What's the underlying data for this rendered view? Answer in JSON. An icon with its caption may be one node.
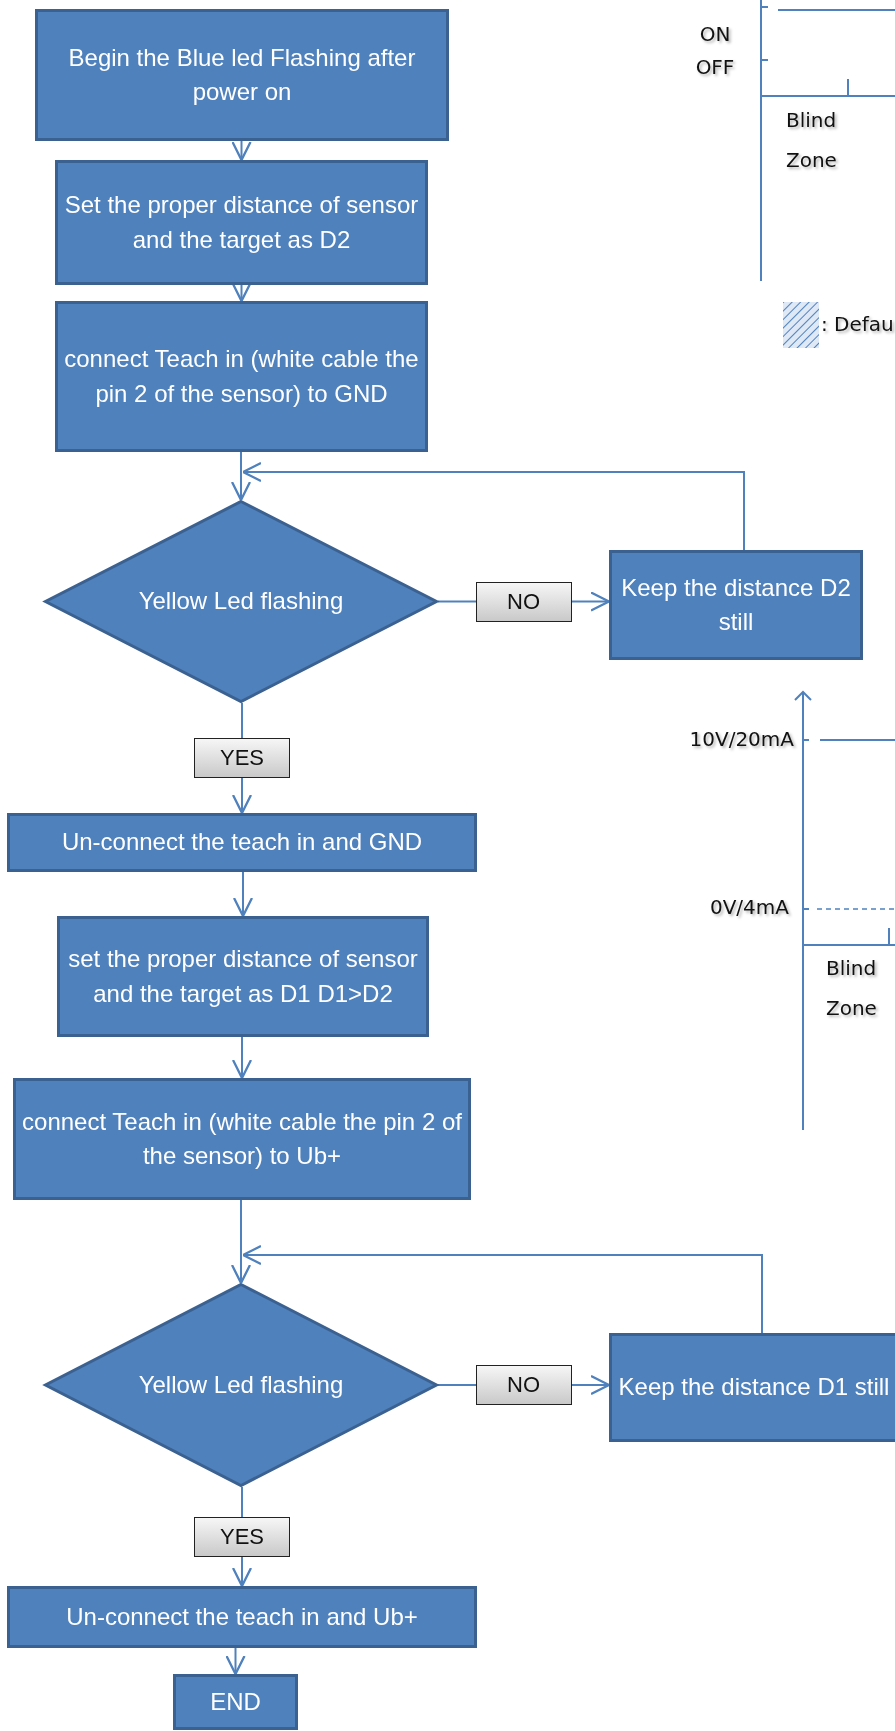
{
  "diagram": {
    "nodes": [
      {
        "text": [
          "Begin the Blue led Flashing after power on"
        ]
      },
      {
        "text": [
          "Set the proper distance of sensor and the target as D2"
        ]
      },
      {
        "text": [
          "connect Teach in (white cable the pin 2 of the sensor) to GND"
        ]
      },
      {
        "text": [
          "Yellow Led flashing"
        ]
      },
      {
        "text": [
          "Keep the distance D2 still"
        ]
      },
      {
        "text": [
          "Un-connect the teach in and GND"
        ]
      },
      {
        "text": [
          "set the proper distance of sensor and the target as D1 D1>D2"
        ]
      },
      {
        "text": [
          "connect Teach in (white cable the pin 2 of the sensor) to Ub+"
        ]
      },
      {
        "text": [
          "Yellow Led flashing"
        ]
      },
      {
        "text": [
          "Keep the distance D1 still"
        ]
      },
      {
        "text": [
          "Un-connect the teach in and Ub+"
        ]
      },
      {
        "text": [
          "END"
        ]
      }
    ],
    "edges": [
      {
        "from": 0,
        "to": 1,
        "arrow": "to"
      },
      {
        "from": 1,
        "to": 2,
        "arrow": "to"
      },
      {
        "from": 2,
        "to": 3,
        "arrow": "to"
      },
      {
        "from": 3,
        "to": 4,
        "arrow": "to",
        "label": "NO"
      },
      {
        "from": 4,
        "to": 3,
        "arrow": "to"
      },
      {
        "from": 3,
        "to": 5,
        "arrow": "to",
        "label": "YES"
      },
      {
        "from": 5,
        "to": 6,
        "arrow": "to"
      },
      {
        "from": 6,
        "to": 7,
        "arrow": "to"
      },
      {
        "from": 7,
        "to": 8,
        "arrow": "to"
      },
      {
        "from": 8,
        "to": 9,
        "arrow": "to",
        "label": "NO"
      },
      {
        "from": 9,
        "to": 8,
        "arrow": "to"
      },
      {
        "from": 8,
        "to": 10,
        "arrow": "to",
        "label": "YES"
      },
      {
        "from": 10,
        "to": 11,
        "arrow": "to"
      }
    ],
    "labels": [
      "ON",
      "OFF",
      "Blind Zone",
      "10V/20mA",
      "0V/4mA",
      "Blind Zone"
    ],
    "legend": [
      {
        "text": ": Defau"
      }
    ]
  }
}
